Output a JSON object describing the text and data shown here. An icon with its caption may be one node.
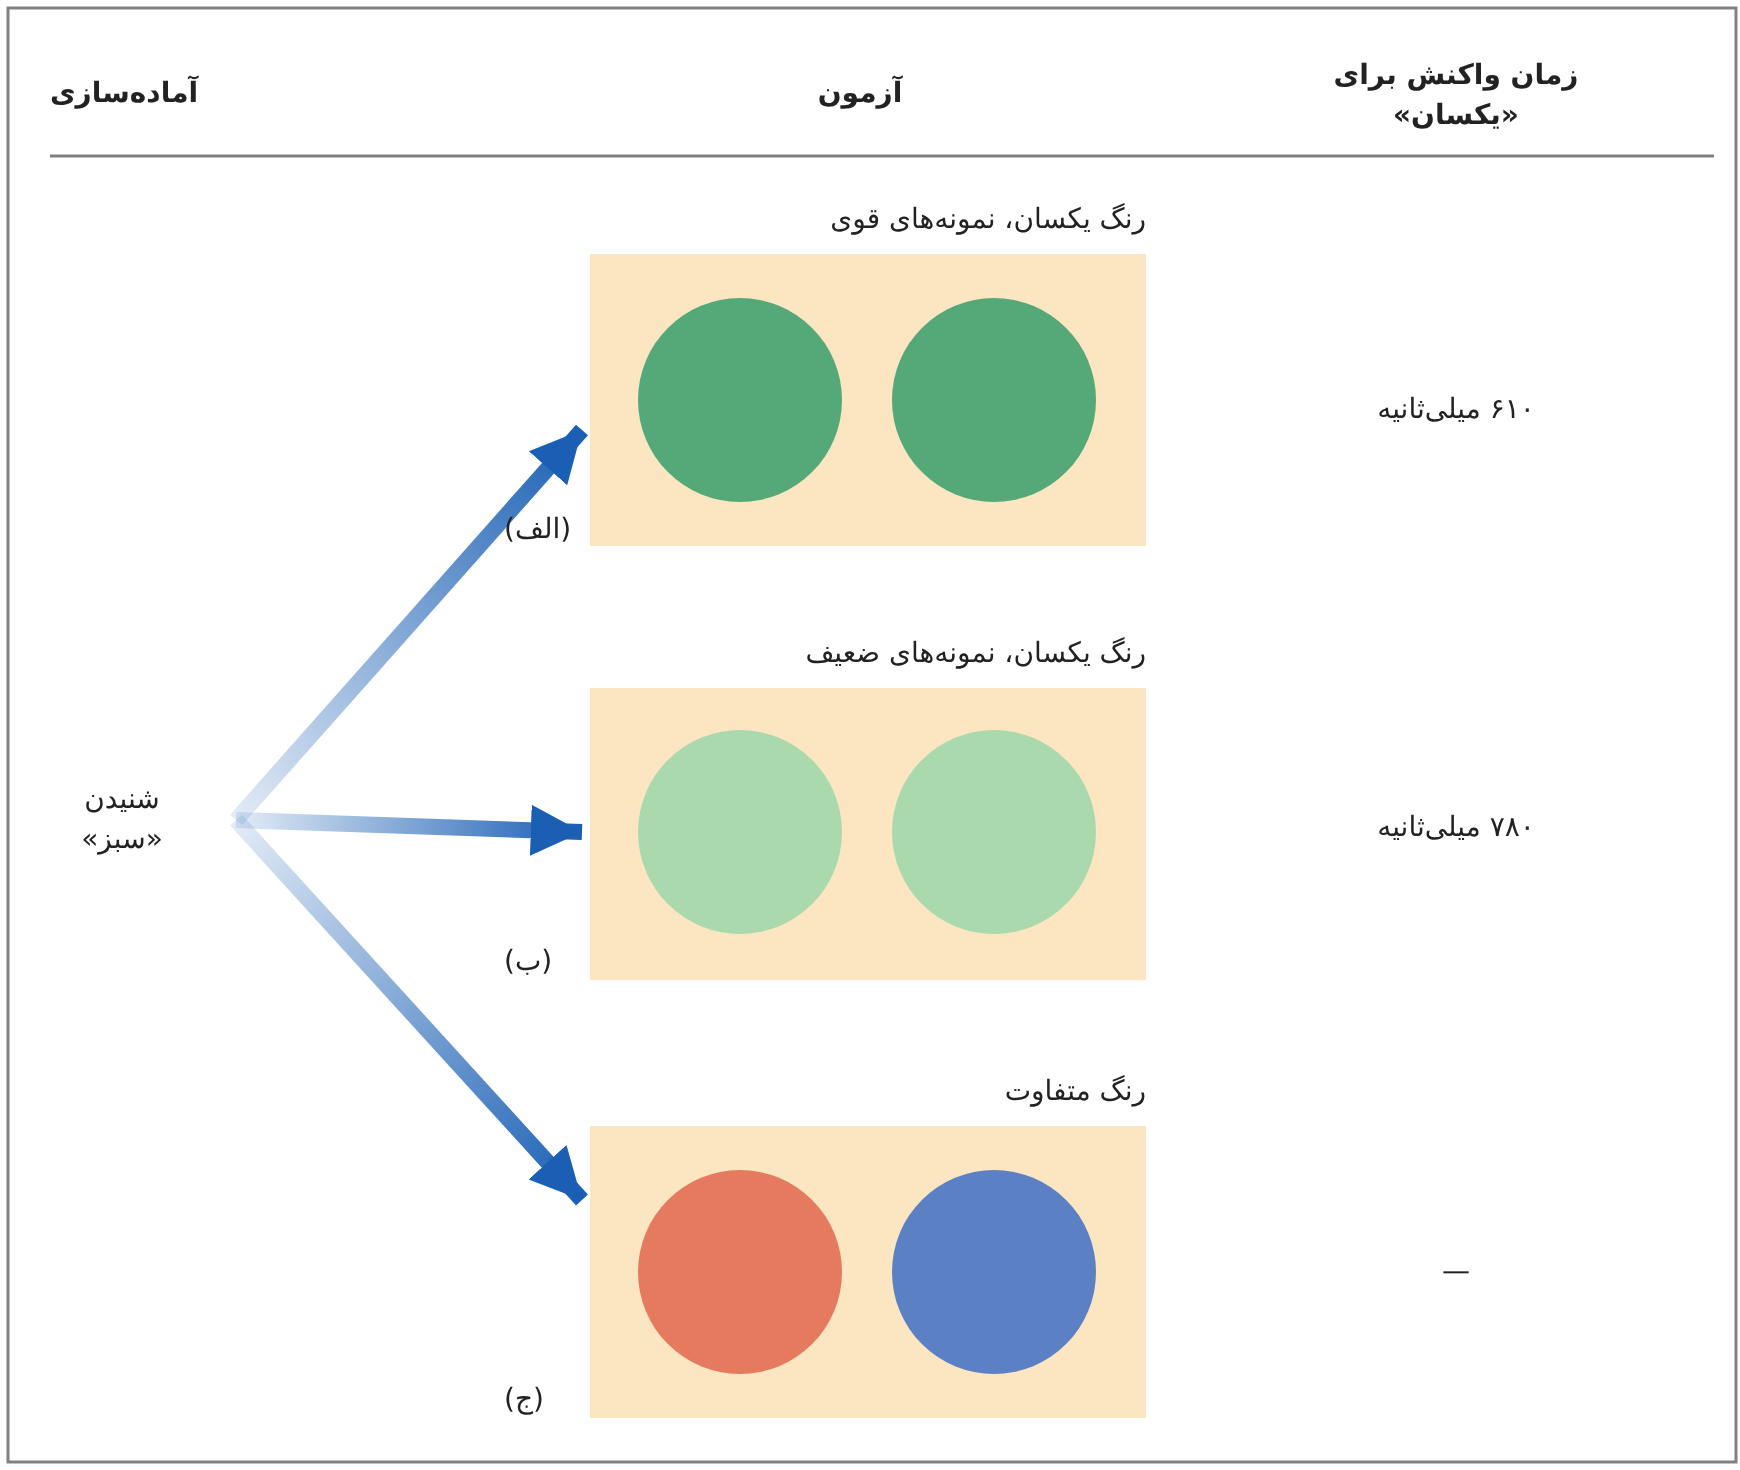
{
  "diagram": {
    "nodes": [
      {
        "text": [
          "شنیدن «سبز»"
        ]
      },
      {
        "text": [
          "رنگ یکسان، نمونه‌های قوی"
        ],
        "beside": [
          "(الف)"
        ]
      },
      {
        "text": [],
        "shape": "circle",
        "in": 1
      },
      {
        "text": [],
        "shape": "circle",
        "in": 1
      },
      {
        "text": [
          "رنگ یکسان، نمونه‌های ضعیف"
        ],
        "beside": [
          "(ب)"
        ]
      },
      {
        "text": [],
        "shape": "circle",
        "in": 4
      },
      {
        "text": [],
        "shape": "circle",
        "in": 4
      },
      {
        "text": [
          "رنگ متفاوت"
        ],
        "beside": [
          "(ج)"
        ]
      },
      {
        "text": [],
        "shape": "circle",
        "in": 7
      },
      {
        "text": [],
        "shape": "circle",
        "in": 7
      }
    ],
    "edges": [
      {
        "from": 0,
        "to": 1,
        "arrow": "to"
      },
      {
        "from": 0,
        "to": 4,
        "arrow": "to"
      },
      {
        "from": 0,
        "to": 7,
        "arrow": "to"
      }
    ],
    "labels": [
      "آماده‌سازی",
      "آزمون",
      "زمان واکنش برای «یکسان»",
      "۶۱۰ میلی‌ثانیه",
      "۷۸۰ میلی‌ثانیه",
      "—"
    ]
  }
}
